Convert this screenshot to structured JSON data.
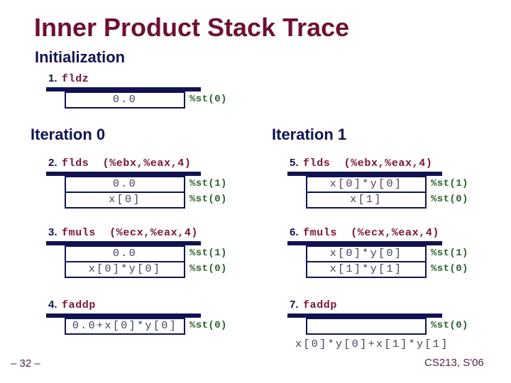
{
  "slide": {
    "title": "Inner Product Stack Trace",
    "sections": {
      "initialization": "Initialization",
      "iteration0": "Iteration 0",
      "iteration1": "Iteration 1"
    },
    "result_expression": "x[0]*y[0]+x[1]*y[1]",
    "page_number": "– 32 –",
    "course": "CS213, S'06"
  },
  "steps": [
    {
      "num": "1.",
      "instr": "fldz",
      "cells": [
        {
          "value": "0.0",
          "reg": "%st(0)"
        }
      ]
    },
    {
      "num": "2.",
      "instr": "flds  (%ebx,%eax,4)",
      "cells": [
        {
          "value": "0.0",
          "reg": "%st(1)"
        },
        {
          "value": "x[0]",
          "reg": "%st(0)"
        }
      ]
    },
    {
      "num": "3.",
      "instr": "fmuls  (%ecx,%eax,4)",
      "cells": [
        {
          "value": "0.0",
          "reg": "%st(1)"
        },
        {
          "value": "x[0]*y[0]",
          "reg": "%st(0)"
        }
      ]
    },
    {
      "num": "4.",
      "instr": "faddp",
      "cells": [
        {
          "value": "0.0+x[0]*y[0]",
          "reg": "%st(0)"
        }
      ]
    },
    {
      "num": "5.",
      "instr": "flds  (%ebx,%eax,4)",
      "cells": [
        {
          "value": "x[0]*y[0]",
          "reg": "%st(1)"
        },
        {
          "value": "x[1]",
          "reg": "%st(0)"
        }
      ]
    },
    {
      "num": "6.",
      "instr": "fmuls  (%ecx,%eax,4)",
      "cells": [
        {
          "value": "x[0]*y[0]",
          "reg": "%st(1)"
        },
        {
          "value": "x[1]*y[1]",
          "reg": "%st(0)"
        }
      ]
    },
    {
      "num": "7.",
      "instr": "faddp",
      "cells": [
        {
          "value": "",
          "reg": "%st(0)"
        }
      ]
    }
  ],
  "colors": {
    "maroon": "#6d1133",
    "navy": "#121253",
    "green": "#2c632c",
    "cell": "#3f3f5e",
    "plum": "#50254a",
    "instr": "#7c1333"
  }
}
